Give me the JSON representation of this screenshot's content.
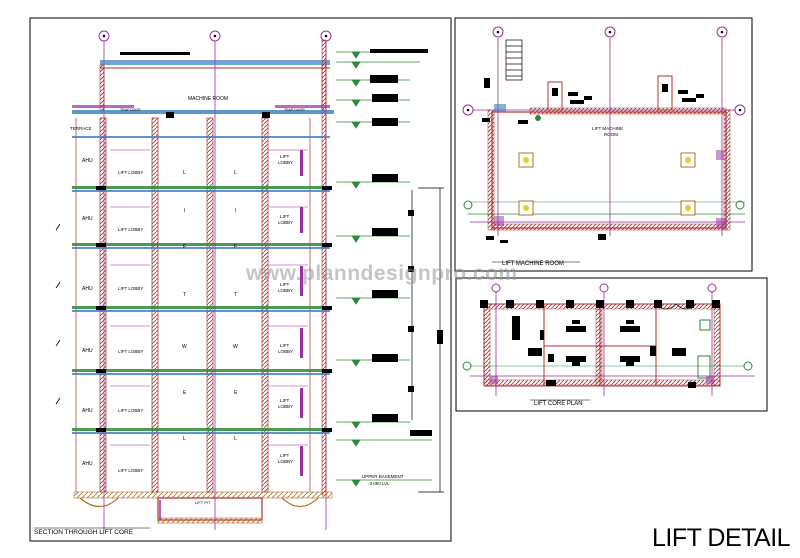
{
  "sheet_title": "LIFT DETAIL",
  "watermark": "www.planndesignpro.com",
  "section": {
    "title": "SECTION THROUGH LIFT CORE",
    "machine_room": "MACHINE ROOM",
    "trap_door": "TRAP DOOR",
    "terrace": "TERRACE",
    "ahu": "AHU",
    "lift_lobby": "LIFT LOBBY",
    "lift_lobby_top": "LIFT",
    "lift_lobby_bottom": "LOBBY",
    "lift_pit": "LIFT PIT",
    "upper_basement": "UPPER BASEMENT",
    "upper_basement_level": "-3.050 LVL",
    "shaft_marks": [
      "L",
      "I",
      "F",
      "T",
      "W",
      "E",
      "L"
    ]
  },
  "machine_room_plan": {
    "title": "LIFT MACHINE ROOM",
    "room_label_1": "LIFT MACHINE",
    "room_label_2": "ROOM"
  },
  "core_plan": {
    "title": "LIFT CORE PLAN"
  },
  "colors": {
    "outline": "#000000",
    "wall": "#b03030",
    "grid": "#9a2fa0",
    "slab": "#3a7ac0",
    "dim": "#2a8a3a",
    "hatch": "#b07020"
  }
}
